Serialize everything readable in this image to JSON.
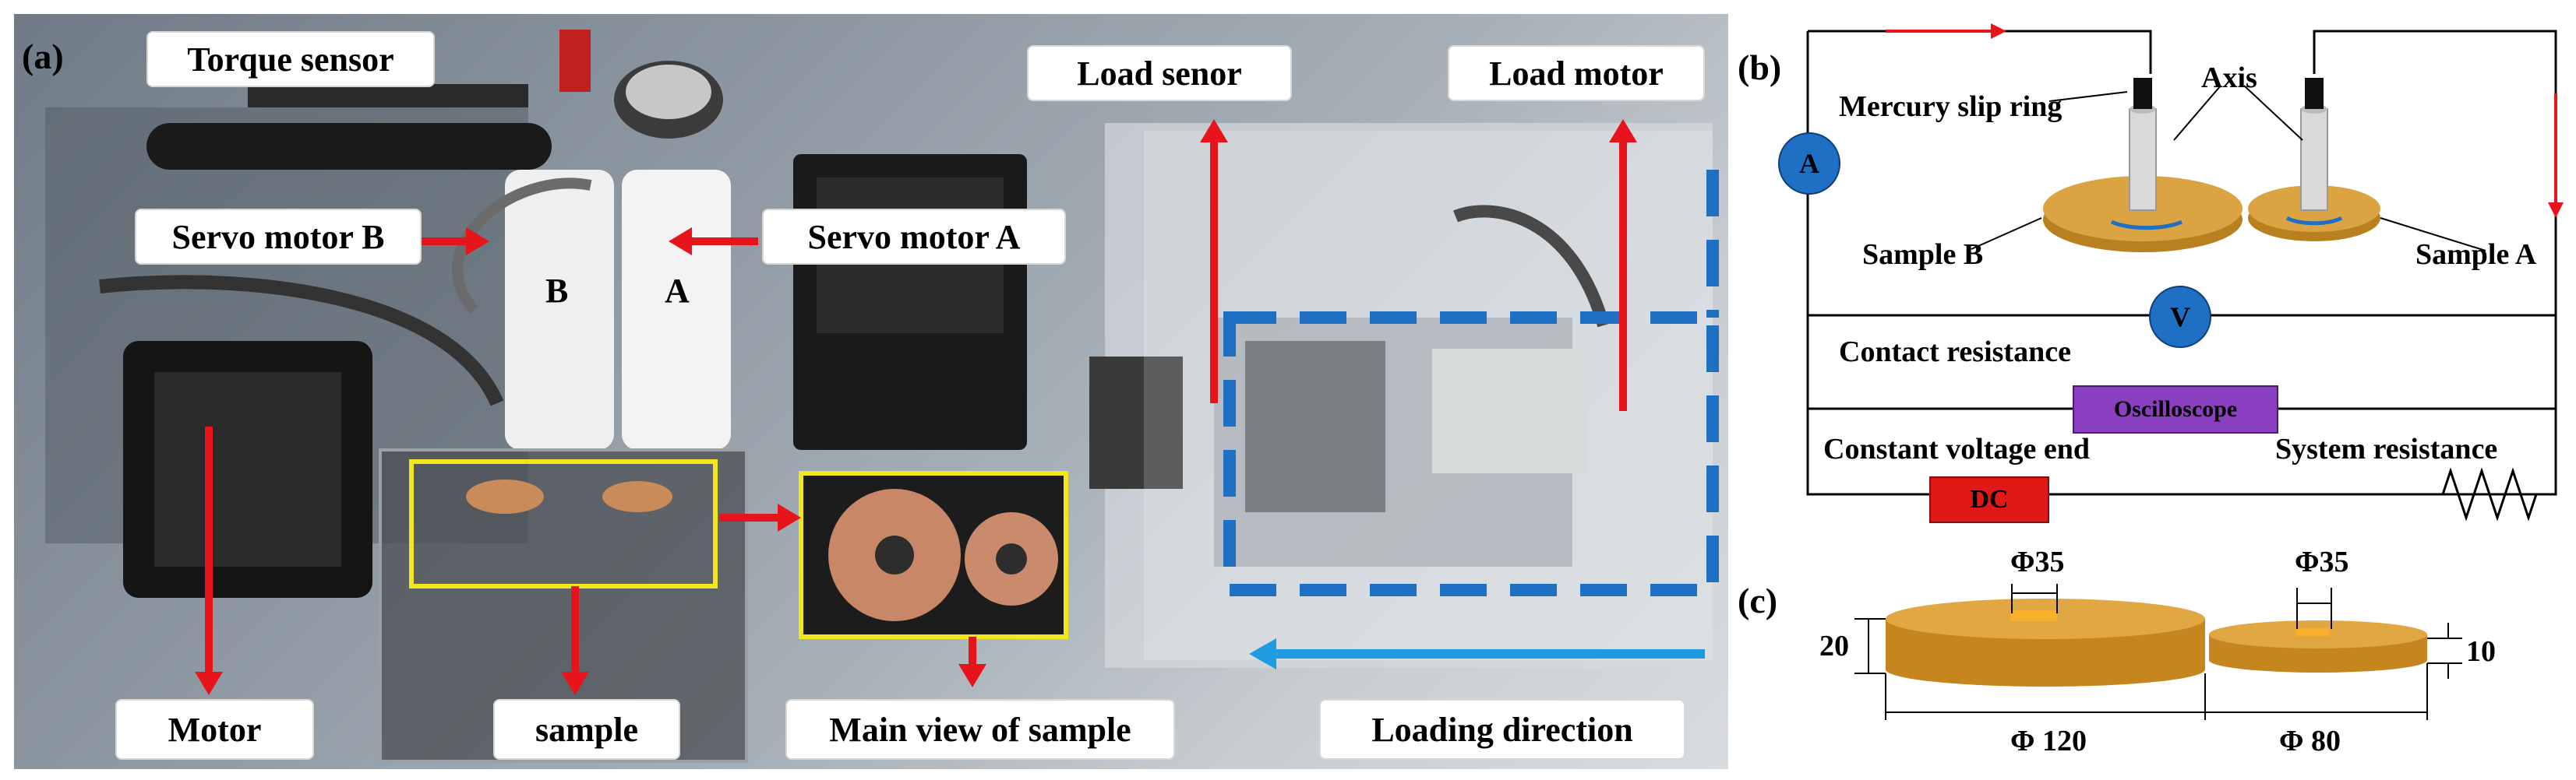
{
  "panel_a": {
    "letter": "(a)",
    "labels": {
      "torque_sensor": "Torque sensor",
      "servo_motor_b": "Servo motor B",
      "servo_motor_a": "Servo motor A",
      "load_sensor": "Load senor",
      "load_motor": "Load motor",
      "motor": "Motor",
      "sample": "sample",
      "main_view": "Main view of sample",
      "loading_direction": "Loading direction"
    },
    "motor_letters": {
      "b": "B",
      "a": "A"
    }
  },
  "panel_b": {
    "letter": "(b)",
    "ammeter": "A",
    "voltmeter": "V",
    "mercury_slip_ring": "Mercury slip ring",
    "axis": "Axis",
    "sample_b": "Sample B",
    "sample_a": "Sample A",
    "contact_resistance": "Contact resistance",
    "oscilloscope": "Oscilloscope",
    "constant_voltage_end": "Constant voltage end",
    "system_resistance": "System resistance",
    "dc": "DC"
  },
  "panel_c": {
    "letter": "(c)",
    "phi35_left": "Φ35",
    "phi35_right": "Φ35",
    "height_left": "20",
    "height_right": "10",
    "dia_left": "Φ 120",
    "dia_right": "Φ 80"
  },
  "colors": {
    "arrow_red": "#e8141b",
    "dashed_blue": "#1f6fc4",
    "sample_yellow": "#f2e61c",
    "disk_gold": "#d49a2c",
    "meter_blue": "#1f6fc4",
    "oscilloscope_purple": "#8a3fc0",
    "dc_red": "#e01818"
  }
}
